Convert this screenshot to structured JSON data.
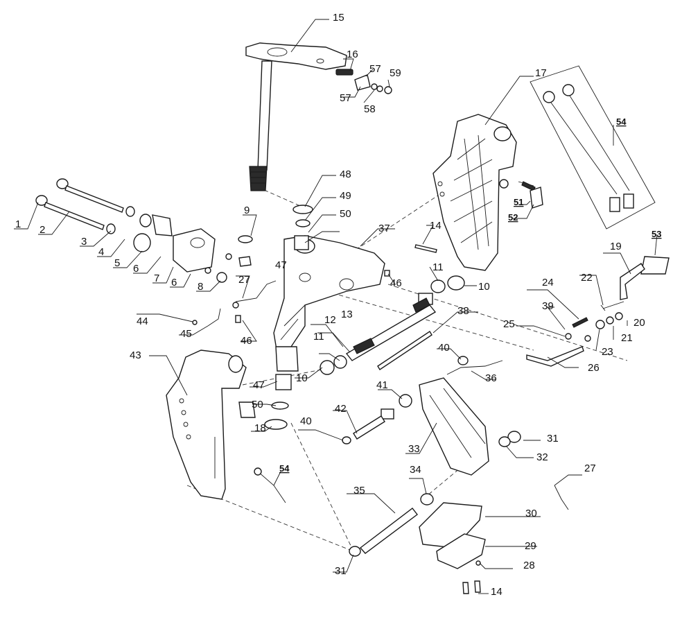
{
  "diagram": {
    "callouts": [
      "1",
      "2",
      "3",
      "4",
      "5",
      "6",
      "6",
      "7",
      "8",
      "9",
      "10",
      "10",
      "11",
      "11",
      "12",
      "13",
      "14",
      "14",
      "15",
      "16",
      "17",
      "18",
      "19",
      "20",
      "21",
      "22",
      "23",
      "24",
      "25",
      "26",
      "27",
      "27",
      "28",
      "29",
      "30",
      "31",
      "31",
      "32",
      "33",
      "34",
      "35",
      "36",
      "37",
      "38",
      "39",
      "40",
      "40",
      "41",
      "42",
      "43",
      "44",
      "45",
      "46",
      "46",
      "47",
      "47",
      "48",
      "49",
      "50",
      "50",
      "51",
      "52",
      "53",
      "54",
      "54",
      "57",
      "57",
      "58",
      "59"
    ],
    "bold_callouts": [
      "51",
      "52",
      "53",
      "54",
      "54"
    ]
  }
}
